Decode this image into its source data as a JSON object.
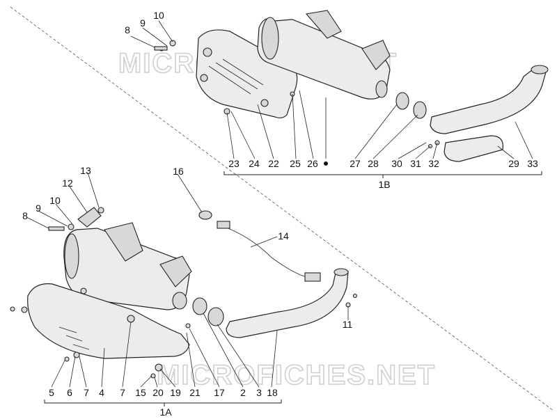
{
  "watermark": "MICROFICHES.NET",
  "group_top": {
    "label": "1B",
    "callouts": [
      "23",
      "24",
      "22",
      "25",
      "26",
      "27",
      "28",
      "30",
      "31",
      "32",
      "29",
      "33"
    ],
    "upper_callouts": [
      "8",
      "9",
      "10"
    ]
  },
  "group_bottom": {
    "label": "1A",
    "callouts": [
      "5",
      "6",
      "7",
      "4",
      "7",
      "15",
      "20",
      "19",
      "21",
      "17",
      "2",
      "3",
      "18"
    ],
    "upper_callouts": [
      "8",
      "9",
      "10",
      "12",
      "13",
      "16",
      "14",
      "11"
    ]
  }
}
